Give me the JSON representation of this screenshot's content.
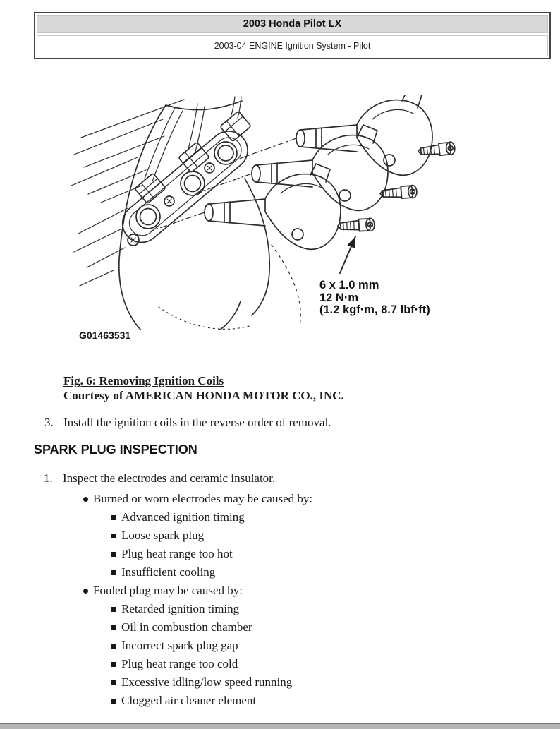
{
  "header": {
    "title": "2003 Honda Pilot LX",
    "subtitle": "2003-04 ENGINE Ignition System - Pilot"
  },
  "figure": {
    "torque_note_line1": "6 x 1.0 mm",
    "torque_note_line2": "12 N·m",
    "torque_note_line3": "(1.2 kgf·m, 8.7 lbf·ft)",
    "image_code": "G01463531",
    "caption_title": "Fig. 6: Removing Ignition Coils",
    "caption_courtesy": "Courtesy of AMERICAN HONDA MOTOR CO., INC."
  },
  "procedure": {
    "step_number": "3.",
    "step_text": "Install the ignition coils in the reverse order of removal."
  },
  "section_heading": "SPARK PLUG INSPECTION",
  "inspection": {
    "step_number": "1.",
    "step_text": "Inspect the electrodes and ceramic insulator.",
    "groups": [
      {
        "label": "Burned or worn electrodes may be caused by:",
        "items": [
          "Advanced ignition timing",
          "Loose spark plug",
          "Plug heat range too hot",
          "Insufficient cooling"
        ]
      },
      {
        "label": "Fouled plug may be caused by:",
        "items": [
          "Retarded ignition timing",
          "Oil in combustion chamber",
          "Incorrect spark plug gap",
          "Plug heat range too cold",
          "Excessive idling/low speed running",
          "Clogged air cleaner element"
        ]
      }
    ]
  },
  "colors": {
    "ink": "#1a1a1a",
    "line_art": "#2d2d2d",
    "header_fill": "#d9d9d9",
    "frame": "#454545",
    "bottom_bar": "#b5b5b5"
  }
}
